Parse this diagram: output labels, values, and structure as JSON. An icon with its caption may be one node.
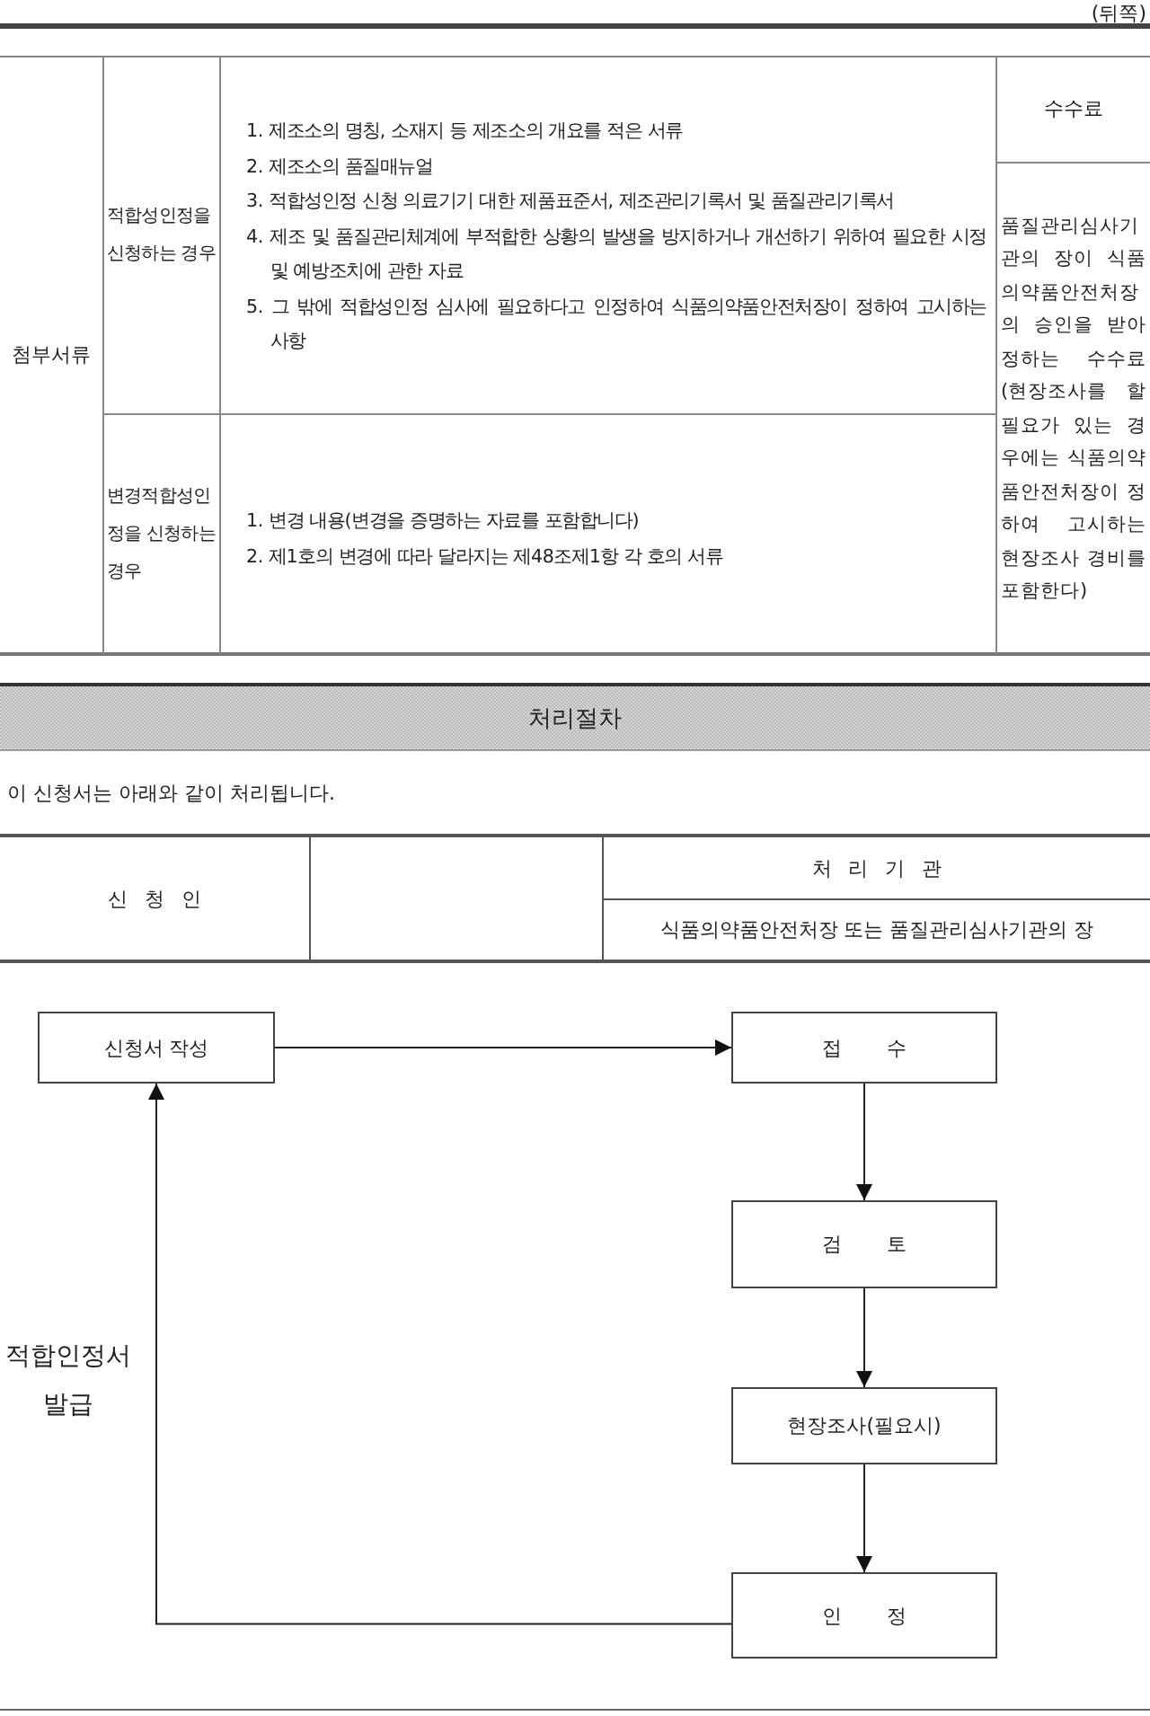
{
  "diagram": {
    "nodes": [
      {
        "text": [
          "신청서 작성"
        ]
      },
      {
        "text": [
          "접 수"
        ]
      },
      {
        "text": [
          "검 토"
        ]
      },
      {
        "text": [
          "현장조사(필요시)"
        ]
      },
      {
        "text": [
          "인 정"
        ]
      }
    ],
    "edges": [
      {
        "from": 0,
        "to": 1,
        "arrow": "to"
      },
      {
        "from": 1,
        "to": 2,
        "arrow": "to"
      },
      {
        "from": 2,
        "to": 3,
        "arrow": "to"
      },
      {
        "from": 3,
        "to": 4,
        "arrow": "to"
      },
      {
        "from": 4,
        "to": 0,
        "arrow": "to",
        "label": "적합인정서 발급"
      }
    ],
    "labels": [
      "(뒤쪽)",
      "첨부서류",
      "적합성인정을 신청하는 경우",
      "1. 제조소의 명칭, 소재지 등 제조소의 개요를 적은 서류",
      "2. 제조소의 품질매뉴얼",
      "3. 적합성인정 신청 의료기기 대한 제품표준서, 제조관리기록서 및 품질관리기록서",
      "4. 제조 및 품질관리체계에 부적합한 상황의 발생을 방지하거나 개선하기 위하여 필요한 시정 및 예방조치에 관한 자료",
      "5. 그 밖에 적합성인정 심사에 필요하다고 인정하여 식품의약품안전처장이 정하여 고시하는 사항",
      "수수료",
      "품질관리심사기관의 장이 식품의약품안전처장의 승인을 받아 정하는 수수료(현장조사를 할 필요가 있는 경우에는 식품의약품안전처장이 정하여 고시하는 현장조사 경비를 포함한다)",
      "변경적합성인정을 신청하는 경우",
      "1. 변경 내용(변경을 증명하는 자료를 포함합니다)",
      "2. 제1호의 변경에 따라 달라지는 제48조제1항 각 호의 서류",
      "처리절차",
      "이 신청서는 아래와 같이 처리됩니다.",
      "신 청 인",
      "처 리 기 관",
      "식품의약품안전처장 또는 품질관리심사기관의 장"
    ]
  }
}
